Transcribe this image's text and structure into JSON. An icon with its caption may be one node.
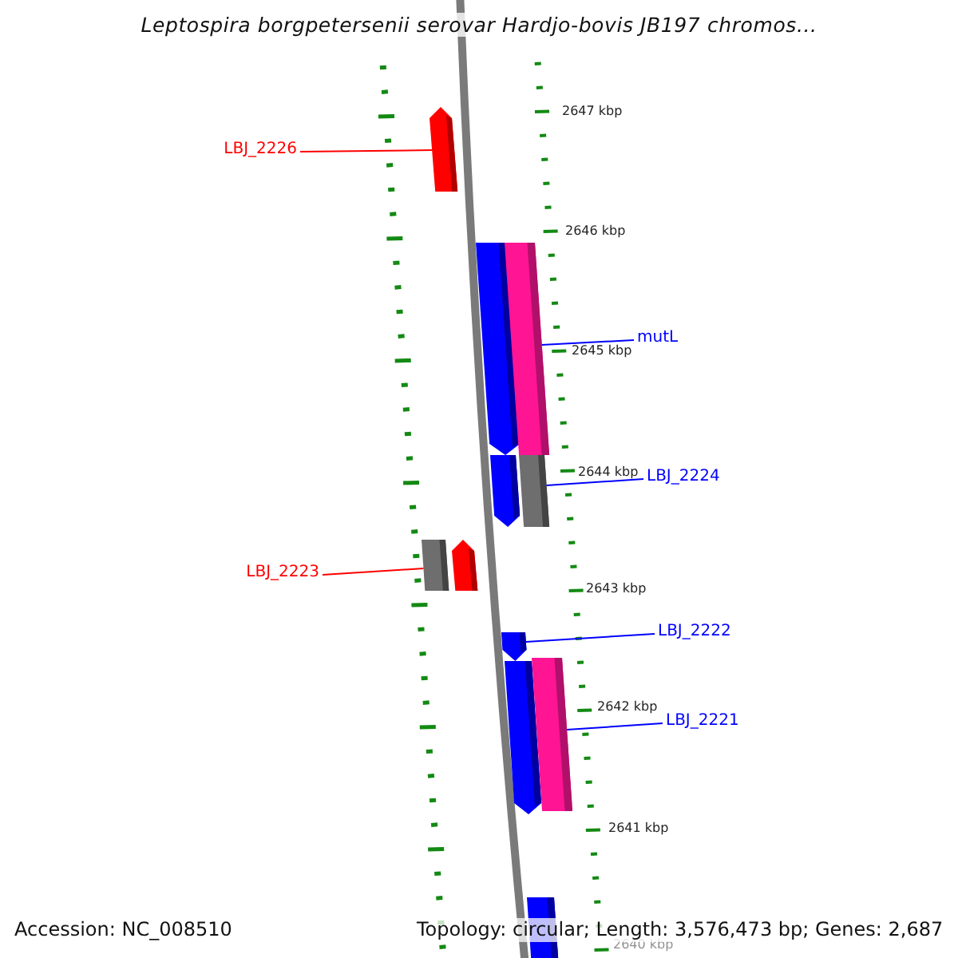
{
  "diagram": {
    "title": "Leptospira borgpetersenii serovar Hardjo-bovis JB197 chromos...",
    "nodes": [
      {
        "text": [
          "LBJ_2226"
        ]
      },
      {
        "text": [],
        "shape": "bar"
      },
      {
        "text": [],
        "shape": "bar"
      },
      {
        "text": [],
        "shape": "bar"
      },
      {
        "text": [
          "mutL"
        ]
      },
      {
        "text": [],
        "shape": "bar"
      },
      {
        "text": [],
        "shape": "bar"
      },
      {
        "text": [
          "LBJ_2224"
        ]
      },
      {
        "text": [],
        "shape": "bar"
      },
      {
        "text": [],
        "shape": "bar"
      },
      {
        "text": [
          "LBJ_2223"
        ]
      },
      {
        "text": [],
        "shape": "bar"
      },
      {
        "text": [
          "LBJ_2222"
        ]
      },
      {
        "text": [],
        "shape": "bar"
      },
      {
        "text": [],
        "shape": "bar"
      },
      {
        "text": [
          "LBJ_2221"
        ]
      },
      {
        "text": [],
        "shape": "bar"
      }
    ],
    "edges": [
      {
        "from": 0,
        "to": 1,
        "arrow": "none",
        "color": "#ff0000"
      },
      {
        "from": 4,
        "to": 3,
        "arrow": "none"
      },
      {
        "from": 7,
        "to": 6,
        "arrow": "none"
      },
      {
        "from": 10,
        "to": 8,
        "arrow": "none",
        "color": "#ff0000"
      },
      {
        "from": 12,
        "to": 11,
        "arrow": "none"
      },
      {
        "from": 15,
        "to": 14,
        "arrow": "none"
      }
    ],
    "labels": [
      "2647 kbp",
      "2646 kbp",
      "2645 kbp",
      "2644 kbp",
      "2643 kbp",
      "2642 kbp",
      "2641 kbp",
      "2640 kbp",
      "Accession: NC_008510",
      "Topology: circular; Length: 3,576,473 bp; Genes: 2,687"
    ]
  }
}
